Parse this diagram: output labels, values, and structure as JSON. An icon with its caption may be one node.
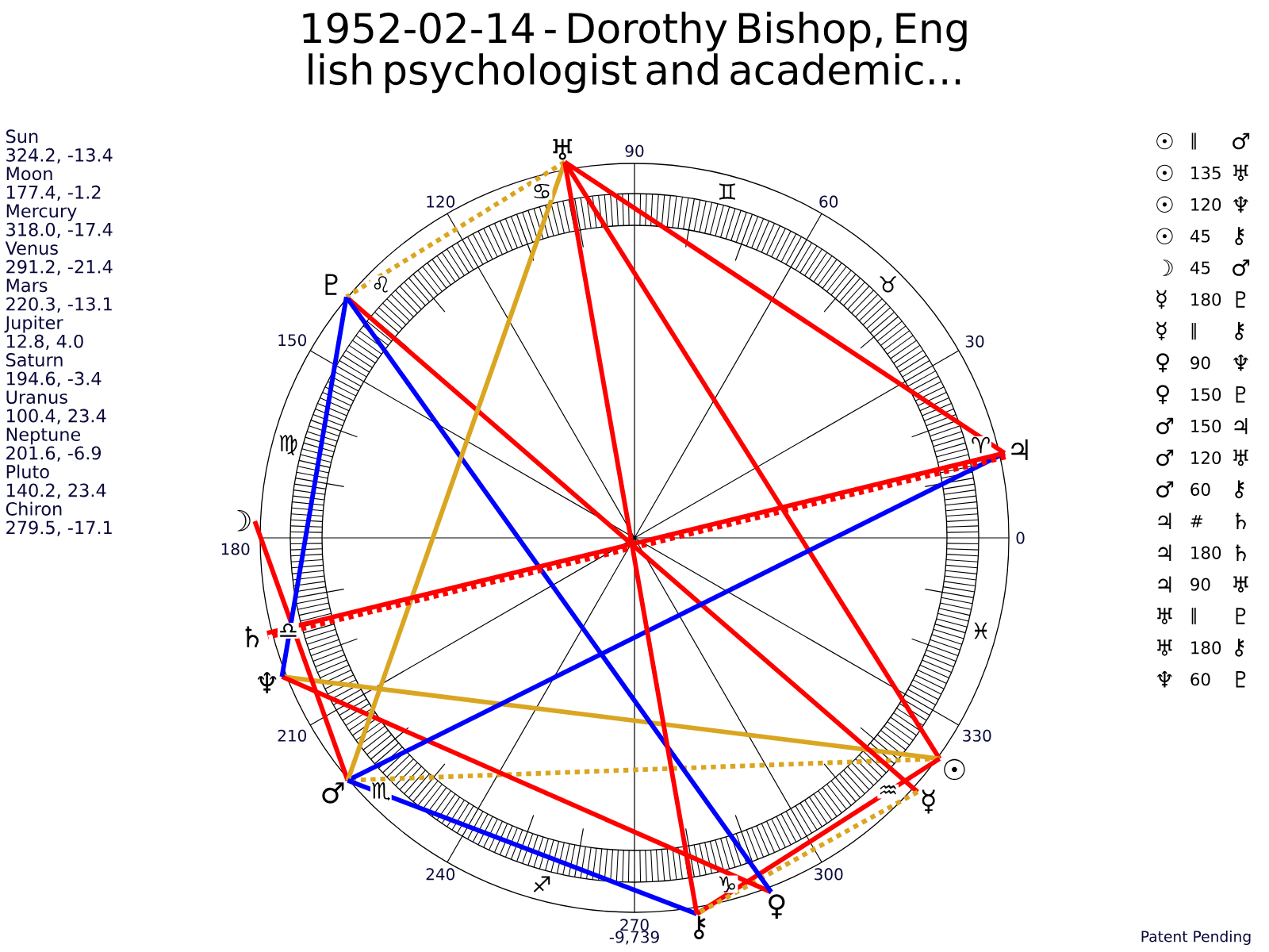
{
  "diagram": {
    "title": "1952-02-14 - Dorothy Bishop, Eng lish psychologist and academic...",
    "nodes": [
      {
        "text": [
          "☉"
        ]
      },
      {
        "text": [
          "☽"
        ]
      },
      {
        "text": [
          "☿"
        ]
      },
      {
        "text": [
          "♀"
        ]
      },
      {
        "text": [
          "♂"
        ]
      },
      {
        "text": [
          "♃"
        ]
      },
      {
        "text": [
          "♄"
        ]
      },
      {
        "text": [
          "♅"
        ]
      },
      {
        "text": [
          "♆"
        ]
      },
      {
        "text": [
          "♇"
        ]
      },
      {
        "text": [
          "⚷"
        ]
      }
    ],
    "edges": [
      {
        "from": 0,
        "to": 4,
        "arrow": "none",
        "style": "dashed",
        "color": "#daa520"
      },
      {
        "from": 0,
        "to": 7,
        "arrow": "none"
      },
      {
        "from": 0,
        "to": 8,
        "arrow": "none",
        "color": "#daa520"
      },
      {
        "from": 0,
        "to": 10,
        "arrow": "none"
      },
      {
        "from": 1,
        "to": 4,
        "arrow": "none"
      },
      {
        "from": 2,
        "to": 9,
        "arrow": "none"
      },
      {
        "from": 2,
        "to": 10,
        "arrow": "none",
        "style": "dashed",
        "color": "#daa520"
      },
      {
        "from": 3,
        "to": 8,
        "arrow": "none"
      },
      {
        "from": 3,
        "to": 9,
        "arrow": "none",
        "color": "#0000ff"
      },
      {
        "from": 4,
        "to": 5,
        "arrow": "none",
        "color": "#0000ff"
      },
      {
        "from": 4,
        "to": 7,
        "arrow": "none",
        "color": "#daa520"
      },
      {
        "from": 4,
        "to": 10,
        "arrow": "none",
        "color": "#0000ff"
      },
      {
        "from": 5,
        "to": 6,
        "arrow": "none",
        "style": "dashed"
      },
      {
        "from": 5,
        "to": 6,
        "arrow": "none"
      },
      {
        "from": 5,
        "to": 7,
        "arrow": "none"
      },
      {
        "from": 7,
        "to": 9,
        "arrow": "none",
        "style": "dashed",
        "color": "#daa520"
      },
      {
        "from": 7,
        "to": 10,
        "arrow": "none"
      },
      {
        "from": 8,
        "to": 9,
        "arrow": "none",
        "color": "#0000ff"
      }
    ],
    "labels": [
      "Sun",
      "324.2, -13.4",
      "Moon",
      "177.4, -1.2",
      "Mercury",
      "318.0, -17.4",
      "Venus",
      "291.2, -21.4",
      "Mars",
      "220.3, -13.1",
      "Jupiter",
      "12.8, 4.0",
      "Saturn",
      "194.6, -3.4",
      "Uranus",
      "100.4, 23.4",
      "Neptune",
      "201.6, -6.9",
      "Pluto",
      "140.2, 23.4",
      "Chiron",
      "279.5, -17.1",
      "90",
      "120",
      "60",
      "150",
      "30",
      "180",
      "0",
      "210",
      "330",
      "240",
      "300",
      "270",
      "♋",
      "♊",
      "♌",
      "♉",
      "♍",
      "♈",
      "♎",
      "♓",
      "♏",
      "♒",
      "♐",
      "♑",
      "☉",
      "∥",
      "♂",
      "☉",
      "135",
      "♅",
      "☉",
      "120",
      "♆",
      "☉",
      "45",
      "⚷",
      "☽",
      "45",
      "♂",
      "☿",
      "180",
      "♇",
      "☿",
      "∥",
      "⚷",
      "♀",
      "90",
      "♆",
      "♀",
      "150",
      "♇",
      "♂",
      "150",
      "♃",
      "♂",
      "120",
      "♅",
      "♂",
      "60",
      "⚷",
      "♃",
      "#",
      "♄",
      "♃",
      "180",
      "♄",
      "♃",
      "90",
      "♅",
      "♅",
      "∥",
      "♇",
      "♅",
      "180",
      "⚷",
      "♆",
      "60",
      "♇",
      "-9,739",
      "Patent Pending"
    ]
  }
}
